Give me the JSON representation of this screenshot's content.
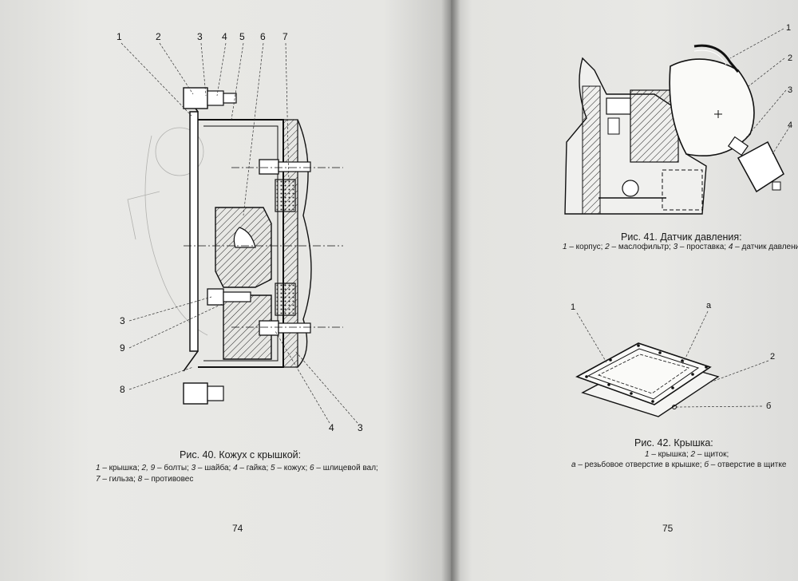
{
  "left_page": {
    "fig40": {
      "callouts_top": [
        "1",
        "2",
        "3",
        "4",
        "5",
        "6",
        "7"
      ],
      "callouts_left": [
        "3",
        "9",
        "8"
      ],
      "callouts_bottom": [
        "4",
        "3"
      ],
      "title": "Рис. 40. Кожух с крышкой:",
      "legend_line1": [
        {
          "n": "1",
          "t": " – крышка; "
        },
        {
          "n": "2, 9",
          "t": " – болты; "
        },
        {
          "n": "3",
          "t": " – шайба; "
        },
        {
          "n": "4",
          "t": " – гайка; "
        },
        {
          "n": "5",
          "t": " – кожух; "
        },
        {
          "n": "6",
          "t": " – шлицевой вал;"
        }
      ],
      "legend_line2": [
        {
          "n": "7",
          "t": " – гильза; "
        },
        {
          "n": "8",
          "t": " – противовес"
        }
      ]
    },
    "page_number": "74"
  },
  "right_page": {
    "fig41": {
      "callouts": [
        "1",
        "2",
        "3",
        "4"
      ],
      "title": "Рис. 41. Датчик давления:",
      "legend": [
        {
          "n": "1",
          "t": " – корпус; "
        },
        {
          "n": "2",
          "t": " – маслофильтр; "
        },
        {
          "n": "3",
          "t": " – проставка; "
        },
        {
          "n": "4",
          "t": " – датчик давления"
        }
      ]
    },
    "fig42": {
      "callouts": [
        "1",
        "a",
        "2",
        "б"
      ],
      "title": "Рис. 42. Крышка:",
      "legend_line1": [
        {
          "n": "1",
          "t": " – крышка; "
        },
        {
          "n": "2",
          "t": " – щиток;"
        }
      ],
      "legend_line2": [
        {
          "n": "а",
          "t": " – резьбовое отверстие в крышке; "
        },
        {
          "n": "б",
          "t": " – отверстие в щитке"
        }
      ]
    },
    "page_number": "75"
  }
}
